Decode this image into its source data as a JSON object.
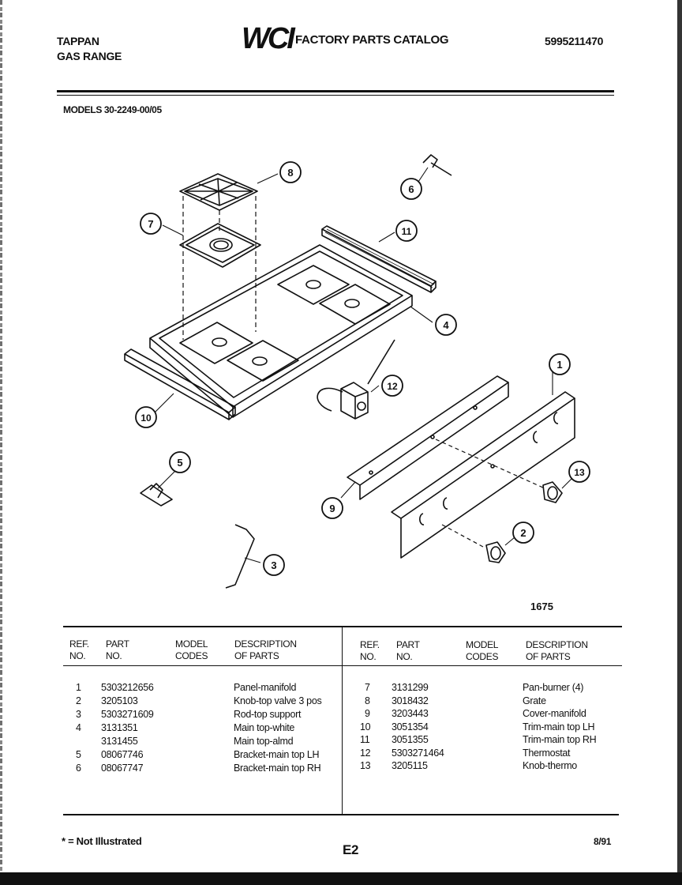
{
  "header": {
    "brand_line1": "TAPPAN",
    "brand_line2": "GAS RANGE",
    "logo_text": "WCI",
    "catalog_title": "FACTORY PARTS CATALOG",
    "catalog_number": "5995211470"
  },
  "models_line": "MODELS 30-2249-00/05",
  "diagram": {
    "callouts": [
      "1",
      "2",
      "3",
      "4",
      "5",
      "6",
      "7",
      "8",
      "9",
      "10",
      "11",
      "12",
      "13"
    ],
    "figure_number": "1675"
  },
  "table": {
    "headers": {
      "ref": [
        "REF.",
        "NO."
      ],
      "part": [
        "PART",
        "NO."
      ],
      "model": [
        "MODEL",
        "CODES"
      ],
      "desc": [
        "DESCRIPTION",
        "OF PARTS"
      ]
    },
    "left_rows": [
      {
        "ref": "1",
        "part": "5303212656",
        "code": "",
        "desc": "Panel-manifold"
      },
      {
        "ref": "2",
        "part": "3205103",
        "code": "",
        "desc": "Knob-top valve 3 pos"
      },
      {
        "ref": "3",
        "part": "5303271609",
        "code": "",
        "desc": "Rod-top support"
      },
      {
        "ref": "4",
        "part": "3131351",
        "code": "",
        "desc": "Main top-white"
      },
      {
        "ref": "",
        "part": "3131455",
        "code": "",
        "desc": "Main top-almd"
      },
      {
        "ref": "5",
        "part": "08067746",
        "code": "",
        "desc": "Bracket-main top LH"
      },
      {
        "ref": "6",
        "part": "08067747",
        "code": "",
        "desc": "Bracket-main top RH"
      }
    ],
    "right_rows": [
      {
        "ref": "7",
        "part": "3131299",
        "code": "",
        "desc": "Pan-burner (4)"
      },
      {
        "ref": "8",
        "part": "3018432",
        "code": "",
        "desc": "Grate"
      },
      {
        "ref": "9",
        "part": "3203443",
        "code": "",
        "desc": "Cover-manifold"
      },
      {
        "ref": "10",
        "part": "3051354",
        "code": "",
        "desc": "Trim-main top LH"
      },
      {
        "ref": "11",
        "part": "3051355",
        "code": "",
        "desc": "Trim-main top RH"
      },
      {
        "ref": "12",
        "part": "5303271464",
        "code": "",
        "desc": "Thermostat"
      },
      {
        "ref": "13",
        "part": "3205115",
        "code": "",
        "desc": "Knob-thermo"
      }
    ]
  },
  "footer": {
    "note": "* = Not Illustrated",
    "page_code": "E2",
    "date": "8/91"
  }
}
